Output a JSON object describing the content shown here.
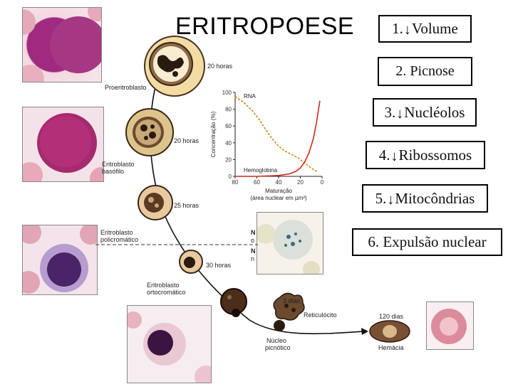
{
  "title": "ERITROPOESE",
  "steps": [
    {
      "num": "1.",
      "arrow": "↓",
      "label": "Volume"
    },
    {
      "num": "2.",
      "arrow": "",
      "label": "Picnose"
    },
    {
      "num": "3.",
      "arrow": "↓",
      "label": "Nucléolos"
    },
    {
      "num": "4.",
      "arrow": "↓",
      "label": "Ribossomos"
    },
    {
      "num": "5.",
      "arrow": "↓",
      "label": "Mitocôndrias"
    },
    {
      "num": "6.",
      "arrow": "",
      "label": "Expulsão nuclear"
    }
  ],
  "stages": {
    "proeritroblasto": "Proeritroblasto",
    "basofilo": [
      "Eritroblasto",
      "basófilo"
    ],
    "policromatico": [
      "Eritroblasto",
      "policromático"
    ],
    "ortocromatico": [
      "Eritroblasto",
      "ortocromático"
    ],
    "reticulocito": "Reticulócito",
    "nucleo": [
      "Núcleo",
      "picnótico"
    ],
    "hemacia": "Hemácia"
  },
  "times": {
    "t1": "20 horas",
    "t2": "20 horas",
    "t3": "25 horas",
    "t4": "30 horas",
    "t5": "3 dias",
    "t6": "120 dias"
  },
  "chart_data": {
    "type": "line",
    "xlabel": "Maturação (área nuclear em µm²)",
    "ylabel": "Concentração (%)",
    "xlim": [
      80,
      0
    ],
    "ylim": [
      0,
      100
    ],
    "xticks": [
      80,
      60,
      40,
      20,
      0
    ],
    "yticks": [
      100,
      80,
      60,
      40,
      20,
      0
    ],
    "series": [
      {
        "name": "RNA",
        "style": "dashed",
        "color": "#c98a1a",
        "x": [
          80,
          72,
          64,
          58,
          52,
          46,
          40,
          34,
          28,
          22,
          16,
          10,
          4
        ],
        "y": [
          95,
          88,
          78,
          68,
          56,
          45,
          36,
          30,
          26,
          22,
          16,
          10,
          5
        ]
      },
      {
        "name": "Hemoglobina",
        "style": "solid",
        "color": "#cc2a1a",
        "x": [
          80,
          60,
          40,
          30,
          24,
          20,
          16,
          12,
          8,
          5,
          2
        ],
        "y": [
          0,
          0,
          1,
          3,
          6,
          10,
          17,
          28,
          45,
          65,
          90
        ]
      }
    ]
  },
  "side_labels": {
    "n1": "N",
    "o1": "o",
    "n2": "N",
    "n3": "n"
  },
  "colors": {
    "cell_cytoplasm": "#f3dfa5",
    "cell_nucleus": "#6b4a2e",
    "stain_purple": "#9b2e7b",
    "rbc_pink": "#e9b1bf"
  }
}
